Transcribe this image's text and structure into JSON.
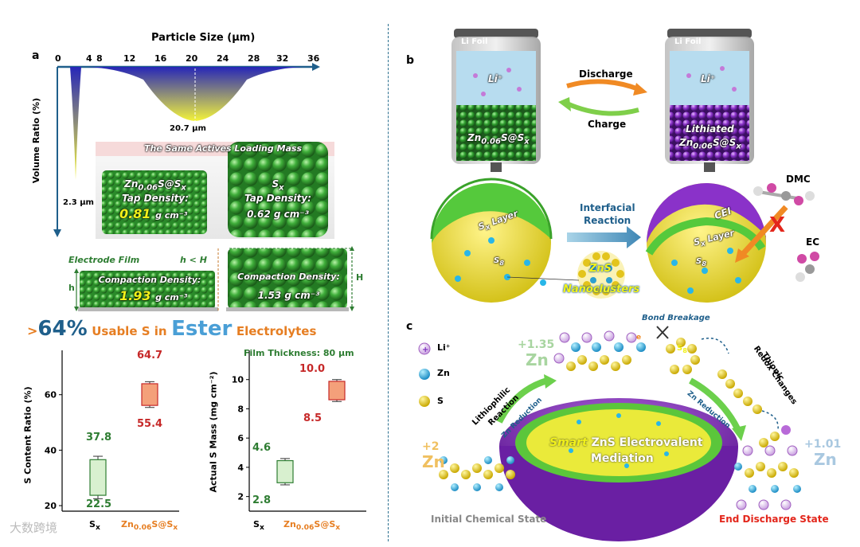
{
  "panel_a": {
    "letter": "a",
    "axis_title": "Particle Size (μm)",
    "x_ticks": [
      "0",
      "4",
      "8",
      "12",
      "16",
      "20",
      "24",
      "28",
      "32",
      "36"
    ],
    "y_axis_title": "Volume Ratio (%)",
    "peak_small": "2.3 μm",
    "peak_large": "20.7 μm",
    "banner": "The Same Actives Loading Mass",
    "box1": {
      "name": "Zn0.06S@Sx",
      "name_main": "Zn",
      "name_sub": "0.06",
      "name_rest": "S@S",
      "name_sub2": "x",
      "tap_label": "Tap Density:",
      "tap_value": "0.81",
      "tap_unit": "g cm⁻³"
    },
    "box2": {
      "name_main": "S",
      "name_sub": "x",
      "tap_label": "Tap Density:",
      "tap_value": "0.62 g cm⁻³"
    },
    "electrode_film": "Electrode Film",
    "h_compare": "h < H",
    "h": "h",
    "H": "H",
    "film1": {
      "label": "Compaction Density:",
      "value": "1.93",
      "unit": "g cm⁻³"
    },
    "film2": {
      "label": "Compaction Density:",
      "value": "1.53 g cm⁻³"
    },
    "headline": {
      "gt": ">",
      "pct": "64%",
      "usable": "Usable S in",
      "ester": "Ester",
      "electrolytes": "Electrolytes"
    }
  },
  "chart_data": [
    {
      "type": "box",
      "ylabel": "S Content Ratio (%)",
      "yticks": [
        "20",
        "40",
        "60"
      ],
      "ylim": [
        18,
        76
      ],
      "categories": [
        "Sx",
        "Zn0.06S@Sx"
      ],
      "series": [
        {
          "category": "Sx",
          "max": 37.8,
          "min": 22.5,
          "color": "#2e7d32"
        },
        {
          "category": "Zn0.06S@Sx",
          "max": 64.7,
          "min": 55.4,
          "color": "#c62828"
        }
      ]
    },
    {
      "type": "box",
      "ylabel": "Actual S Mass (mg cm⁻²)",
      "yticks": [
        "2",
        "4",
        "6",
        "8",
        "10"
      ],
      "ylim": [
        1,
        12
      ],
      "annotation": "Film Thickness: 80 μm",
      "categories": [
        "Sx",
        "Zn0.06S@Sx"
      ],
      "series": [
        {
          "category": "Sx",
          "max": 4.6,
          "min": 2.8,
          "color": "#2e7d32"
        },
        {
          "category": "Zn0.06S@Sx",
          "max": 10.0,
          "min": 8.5,
          "color": "#c62828"
        }
      ]
    }
  ],
  "chart_labels": {
    "c1_max1": "37.8",
    "c1_min1": "22.5",
    "c1_max2": "64.7",
    "c1_min2": "55.4",
    "c2_max1": "4.6",
    "c2_min1": "2.8",
    "c2_max2": "10.0",
    "c2_min2": "8.5",
    "cat_s": "S",
    "cat_s_sub": "x",
    "cat_zn": "Zn",
    "cat_zn_sub": "0.06",
    "cat_zn_rest": "S@S",
    "cat_zn_sub2": "x"
  },
  "panel_b": {
    "letter": "b",
    "li_foil": "Li Foil",
    "li_plus": "Li⁺",
    "discharge": "Discharge",
    "charge": "Charge",
    "cell1_main": "Zn",
    "cell1_sub": "0.06",
    "cell1_rest": "S@S",
    "cell1_sub2": "x",
    "lithiated": "Lithiated",
    "interfacial": "Interfacial",
    "reaction": "Reaction",
    "sx_layer_main": "S",
    "sx_layer_sub": "x",
    "sx_layer_rest": " Layer",
    "s8_main": "S",
    "s8_sub": "8",
    "cei": "CEI",
    "dmc": "DMC",
    "ec": "EC",
    "x_mark": "X",
    "zns": "ZnS",
    "nanoclusters": "Nanoclusters"
  },
  "panel_c": {
    "letter": "c",
    "legend_li": "Li⁺",
    "legend_zn": "Zn",
    "legend_s": "S",
    "ox_135": "+1.35",
    "ox_2": "+2",
    "ox_101": "+1.01",
    "zn": "Zn",
    "lithiophilic": "Lithiophilic",
    "reaction": "Reaction",
    "zn_reduction": "Zn Reduction",
    "bond_breakage": "Bond Breakage",
    "thionic": "Thionic",
    "redox_changes": "Redox Changes",
    "smart": "Smart",
    "zns_electrovalent": " ZnS Electrovalent",
    "mediation": "Mediation",
    "initial_state": "Initial Chemical State",
    "end_state": "End Discharge State",
    "electron": "e",
    "s8_main": "S",
    "s8_sub": "8"
  },
  "watermark": "大数跨境",
  "colors": {
    "green": "#2e7d32",
    "red": "#c62828",
    "orange": "#e67e22",
    "blue": "#1f5f8b",
    "yellow": "#f2f21a",
    "purple": "#7b2cbf"
  }
}
